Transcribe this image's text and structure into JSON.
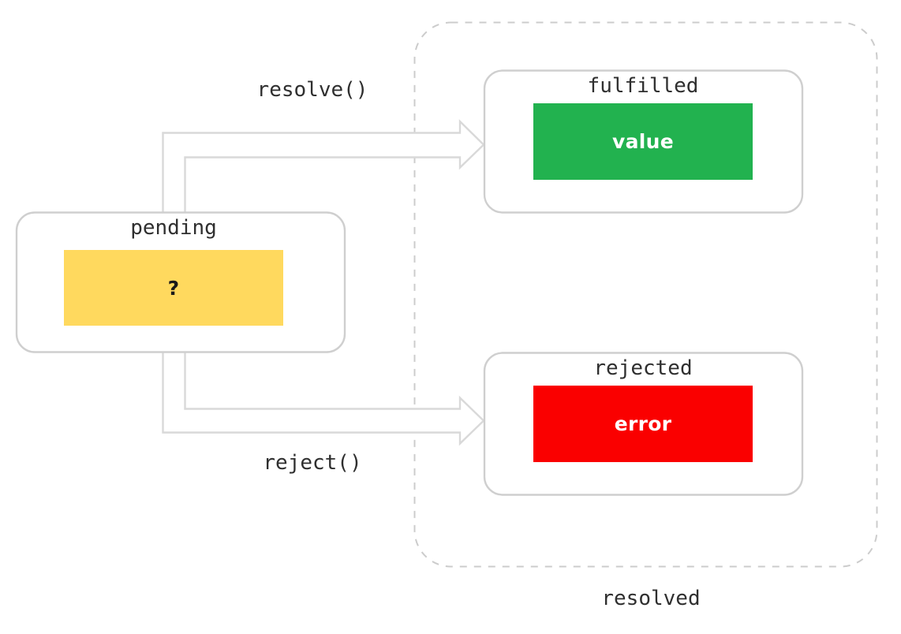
{
  "diagram": {
    "kind": "promise-state-diagram",
    "background": "#ffffff",
    "group": {
      "label": "resolved",
      "border_color": "#cccccc",
      "border_style": "dashed"
    },
    "states": [
      {
        "id": "pending",
        "title": "pending",
        "payload": "?",
        "payload_bg": "#ffd95e",
        "payload_fg": "#1a1a1a",
        "box_border": "#cfcfcf"
      },
      {
        "id": "fulfilled",
        "title": "fulfilled",
        "payload": "value",
        "payload_bg": "#22b24f",
        "payload_fg": "#ffffff",
        "box_border": "#cfcfcf"
      },
      {
        "id": "rejected",
        "title": "rejected",
        "payload": "error",
        "payload_bg": "#fa0000",
        "payload_fg": "#ffffff",
        "box_border": "#cfcfcf"
      }
    ],
    "transitions": [
      {
        "id": "resolve",
        "label": "resolve()",
        "from": "pending",
        "to": "fulfilled",
        "arrow_stroke": "#d4d4d4",
        "arrow_fill": "#ffffff"
      },
      {
        "id": "reject",
        "label": "reject()",
        "from": "pending",
        "to": "rejected",
        "arrow_stroke": "#d4d4d4",
        "arrow_fill": "#ffffff"
      }
    ]
  }
}
